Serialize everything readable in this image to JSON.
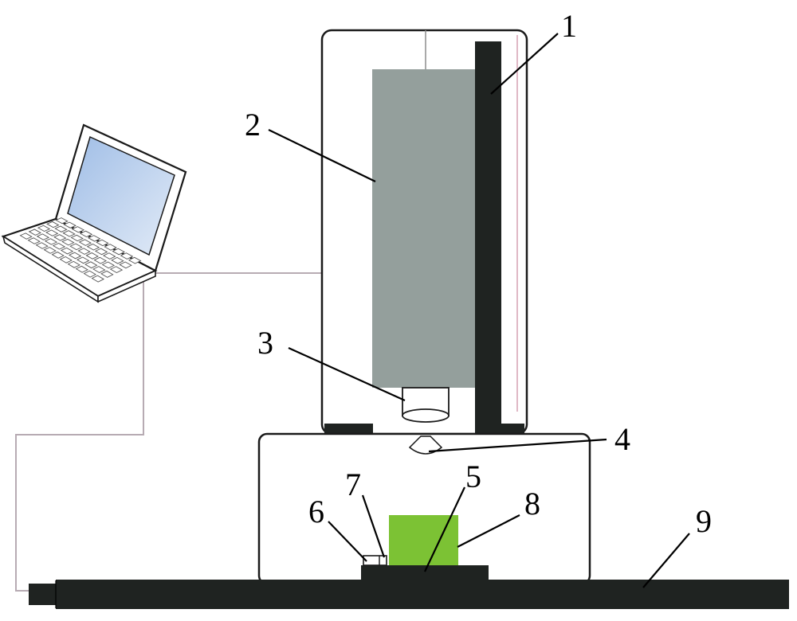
{
  "colors": {
    "camera_body": "#949f9c",
    "sample_block": "#7cc234",
    "rail": "#1f2321",
    "outline": "#1a1a1a",
    "cable": "#b7abb3",
    "screen_top": "#9fbde6",
    "screen_bottom": "#e2ebf7"
  },
  "labels": [
    {
      "id": "1",
      "text": "1"
    },
    {
      "id": "2",
      "text": "2"
    },
    {
      "id": "3",
      "text": "3"
    },
    {
      "id": "4",
      "text": "4"
    },
    {
      "id": "5",
      "text": "5"
    },
    {
      "id": "6",
      "text": "6"
    },
    {
      "id": "7",
      "text": "7"
    },
    {
      "id": "8",
      "text": "8"
    },
    {
      "id": "9",
      "text": "9"
    }
  ]
}
